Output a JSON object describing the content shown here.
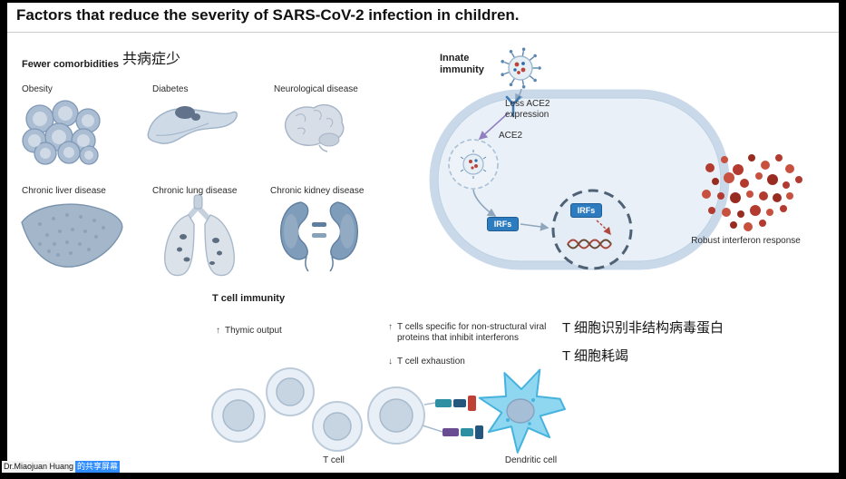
{
  "slide": {
    "title": "Factors that reduce the severity of SARS-CoV-2 infection in children."
  },
  "comorbidities": {
    "heading_en": "Fewer comorbidities",
    "heading_zh": "共病症少",
    "items": [
      {
        "label": "Obesity"
      },
      {
        "label": "Diabetes"
      },
      {
        "label": "Neurological disease"
      },
      {
        "label": "Chronic liver disease"
      },
      {
        "label": "Chronic lung disease"
      },
      {
        "label": "Chronic kidney disease"
      }
    ]
  },
  "innate_immunity": {
    "heading": "Innate immunity",
    "ace2_note": "Less ACE2 expression",
    "ace2_label": "ACE2",
    "irfs_cytoplasm": "IRFs",
    "irfs_nucleus": "IRFs",
    "interferon_note": "Robust interferon response"
  },
  "t_cell_immunity": {
    "heading": "T cell immunity",
    "points": [
      {
        "arrow": "↑",
        "text": "Thymic output"
      },
      {
        "arrow": "↑",
        "text": "T cells specific for non-structural viral proteins that inhibit interferons"
      },
      {
        "arrow": "↓",
        "text": "T cell exhaustion"
      }
    ],
    "notes_zh": [
      "T 细胞识别非结构病毒蛋白",
      "T 细胞耗竭"
    ],
    "t_cell_label": "T cell",
    "dendritic_label": "Dendritic cell"
  },
  "watermark": {
    "name": "Dr.Miaojuan Huang",
    "suffix": "的共享屏幕"
  },
  "colors": {
    "accent_blue": "#2e7cc0",
    "interferon_red": "#bf4136",
    "dendritic_cyan": "#8fd6f1",
    "organ_gray_blue": "#a9bcd2",
    "share_bar_blue": "#2d8cff",
    "cell_membrane": "#c9d9ea"
  }
}
